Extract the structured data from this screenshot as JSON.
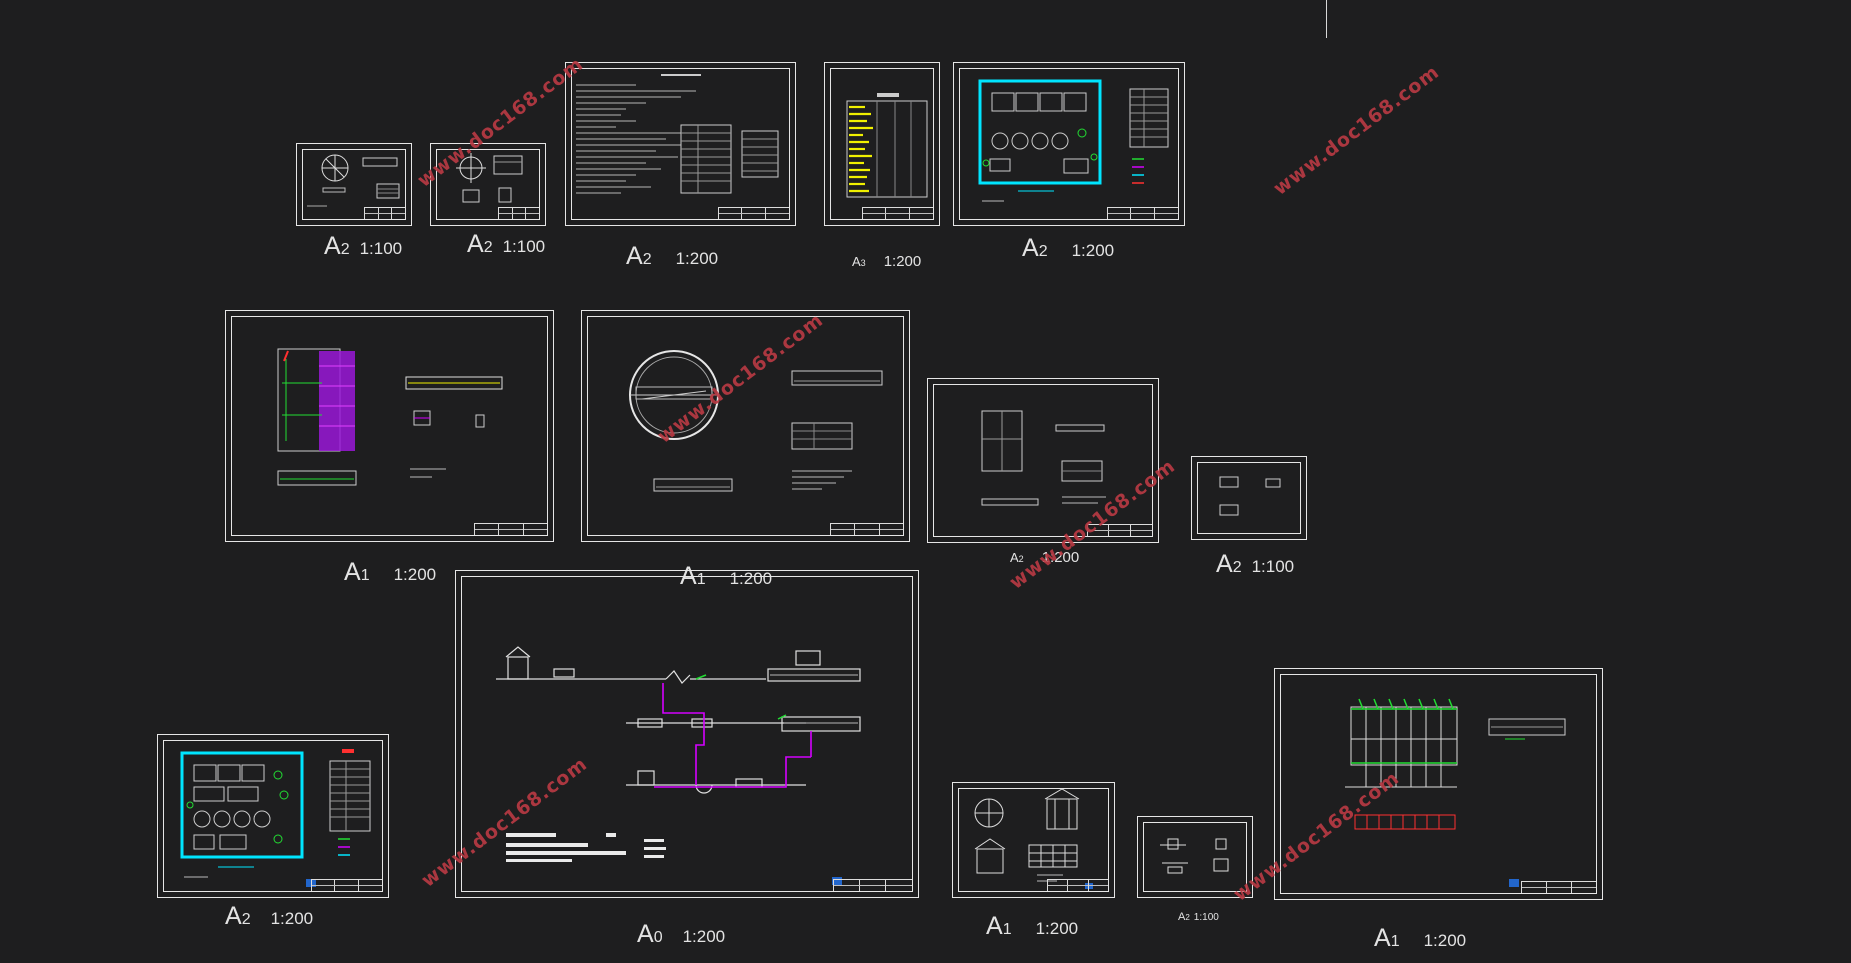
{
  "watermark": "www.doc168.com",
  "sheets": [
    {
      "id": "s1",
      "size": "A",
      "sub": "2",
      "scale": "1:100"
    },
    {
      "id": "s2",
      "size": "A",
      "sub": "2",
      "scale": "1:100"
    },
    {
      "id": "s3",
      "size": "A",
      "sub": "2",
      "scale": "1:200"
    },
    {
      "id": "s4",
      "size": "A",
      "sub": "3",
      "scale": "1:200"
    },
    {
      "id": "s5",
      "size": "A",
      "sub": "2",
      "scale": "1:200"
    },
    {
      "id": "s6",
      "size": "A",
      "sub": "1",
      "scale": "1:200"
    },
    {
      "id": "s7",
      "size": "A",
      "sub": "1",
      "scale": "1:200"
    },
    {
      "id": "s8",
      "size": "A",
      "sub": "2",
      "scale": "1:200"
    },
    {
      "id": "s9",
      "size": "A",
      "sub": "2",
      "scale": "1:100"
    },
    {
      "id": "s10",
      "size": "A",
      "sub": "2",
      "scale": "1:200"
    },
    {
      "id": "s11",
      "size": "A",
      "sub": "0",
      "scale": "1:200"
    },
    {
      "id": "s12",
      "size": "A",
      "sub": "1",
      "scale": "1:200"
    },
    {
      "id": "s13",
      "size": "A",
      "sub": "2",
      "scale": "1:100"
    },
    {
      "id": "s14",
      "size": "A",
      "sub": "1",
      "scale": "1:200"
    }
  ],
  "colors": {
    "background": "#1e1e1f",
    "linework": "#e6e6e6",
    "cyan": "#00e5ff",
    "magenta": "#d400ff",
    "yellow": "#f0f000",
    "green": "#22dd33",
    "red": "#ff3030",
    "watermark": "#b83a43"
  }
}
